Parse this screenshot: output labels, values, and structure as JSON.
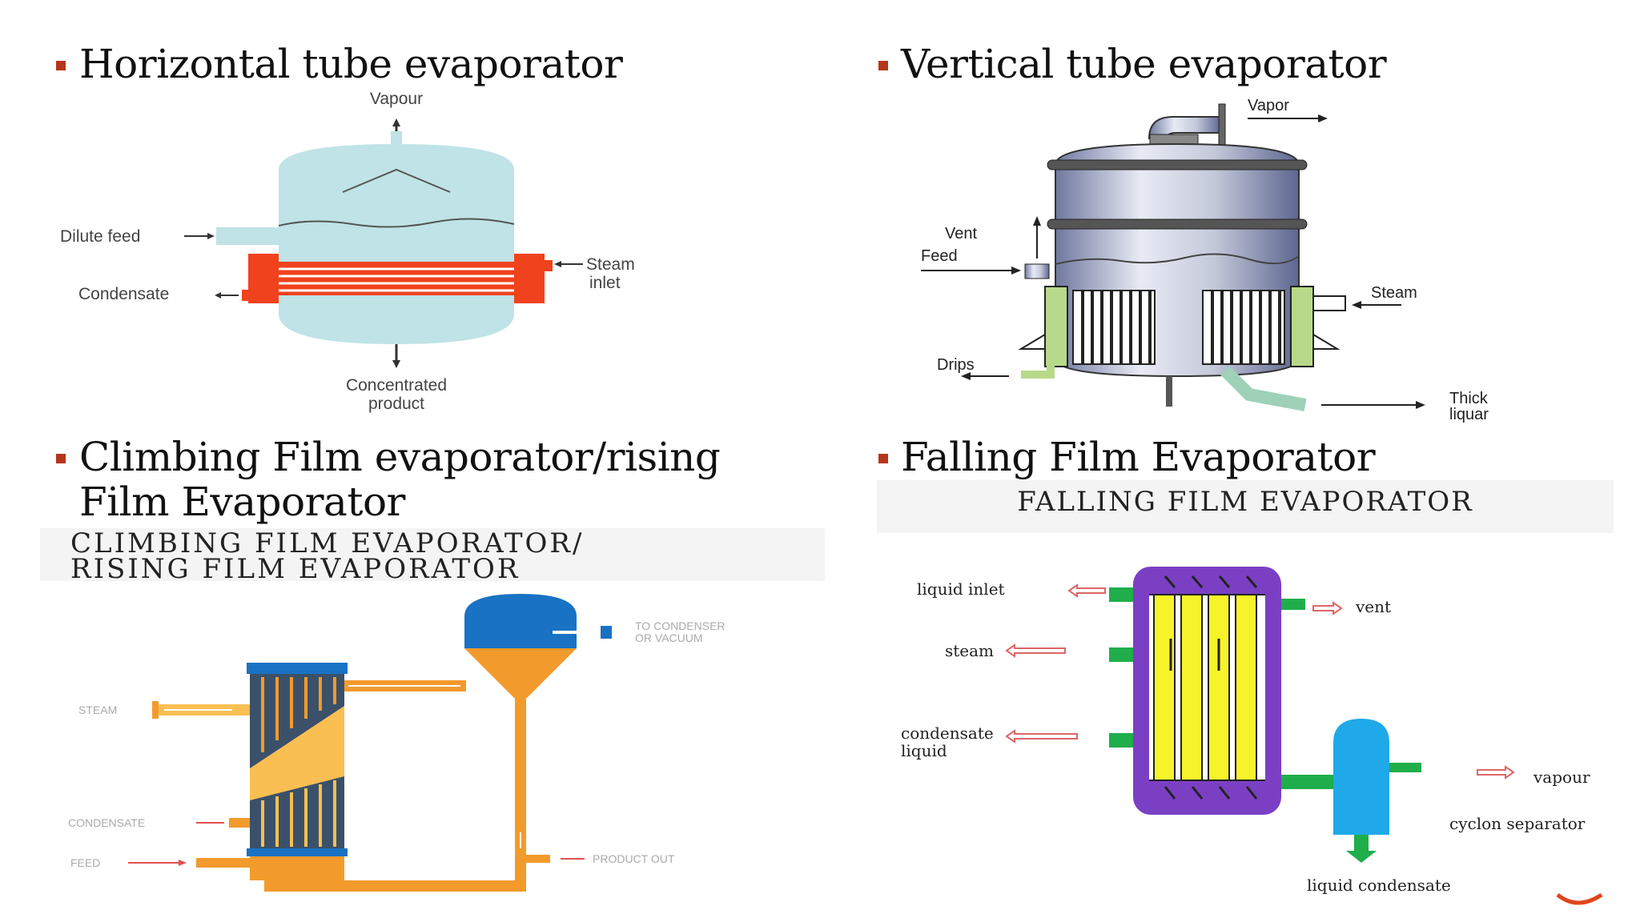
{
  "headings": {
    "q1": "Horizontal tube evaporator",
    "q2": "Vertical tube evaporator",
    "q3_line1": "Climbing Film evaporator/rising",
    "q3_line2": "Film Evaporator",
    "q4": "Falling Film Evaporator"
  },
  "horizontal": {
    "vapour": "Vapour",
    "dilute_feed": "Dilute feed",
    "condensate": "Condensate",
    "steam_line1": "Steam",
    "steam_line2": "inlet",
    "product_line1": "Concentrated",
    "product_line2": "product"
  },
  "vertical": {
    "vapor": "Vapor",
    "vent": "Vent",
    "feed": "Feed",
    "steam": "Steam",
    "drips": "Drips",
    "thick_line1": "Thick",
    "thick_line2": "liquar"
  },
  "climbing": {
    "banner_line1": "CLIMBING FILM EVAPORATOR/",
    "banner_line2": "RISING FILM EVAPORATOR",
    "to_condenser_line1": "TO CONDENSER",
    "to_condenser_line2": "OR VACUUM",
    "steam": "STEAM",
    "condensate": "CONDENSATE",
    "feed": "FEED",
    "product_out": "PRODUCT OUT"
  },
  "falling": {
    "banner": "FALLING FILM EVAPORATOR",
    "liquid_inlet": "liquid inlet",
    "steam": "steam",
    "condensate_line1": "condensate",
    "condensate_line2": "liquid",
    "vent": "vent",
    "vapour": "vapour",
    "cyclon": "cyclon separator",
    "liquid_condensate": "liquid condensate"
  },
  "colors": {
    "bullet": "#b5361a",
    "horizontal_shell": "#bfe3e6",
    "horizontal_tubes": "#f0421c",
    "climbing_orange": "#f39a2c",
    "climbing_blue": "#1a72c4",
    "falling_purple": "#7b3fc4",
    "falling_yellow": "#f7f32a",
    "falling_green": "#1fae4b",
    "falling_cyan": "#1fa9e8"
  }
}
